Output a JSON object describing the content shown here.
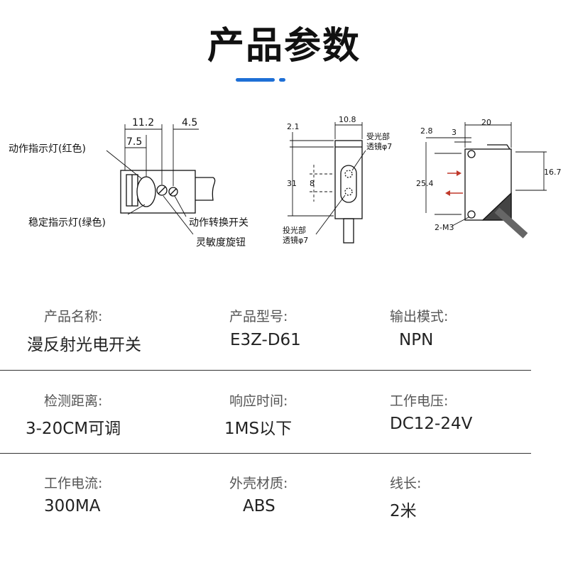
{
  "page": {
    "title": "产品参数"
  },
  "accent": {
    "bar": "#1e6fd6"
  },
  "diagram": {
    "front": {
      "dim_11_2": "11.2",
      "dim_4_5": "4.5",
      "dim_7_5": "7.5",
      "label_red_led": "动作指示灯(红色)",
      "label_green_led": "稳定指示灯(绿色)",
      "label_switch": "动作转换开关",
      "label_knob": "灵敏度旋钮"
    },
    "side": {
      "dim_10_8": "10.8",
      "dim_2_1": "2.1",
      "dim_31": "31",
      "dim_8": "8",
      "label_receiver_1": "受光部",
      "label_receiver_2": "透镜φ7",
      "label_emitter_1": "投光部",
      "label_emitter_2": "透镜φ7"
    },
    "back": {
      "dim_20": "20",
      "dim_2_8": "2.8",
      "dim_3": "3",
      "dim_16_7": "16.7",
      "dim_25_4": "25.4",
      "label_m3": "2-M3"
    }
  },
  "specs": [
    {
      "label": "产品名称:",
      "value": "漫反射光电开关"
    },
    {
      "label": "产品型号:",
      "value": "E3Z-D61"
    },
    {
      "label": "输出模式:",
      "value": "NPN"
    },
    {
      "label": "检测距离:",
      "value": "3-20CM可调"
    },
    {
      "label": "响应时间:",
      "value": "1MS以下"
    },
    {
      "label": "工作电压:",
      "value": "DC12-24V"
    },
    {
      "label": "工作电流:",
      "value": "300MA"
    },
    {
      "label": "外壳材质:",
      "value": "ABS"
    },
    {
      "label": "线长:",
      "value": "2米"
    }
  ]
}
